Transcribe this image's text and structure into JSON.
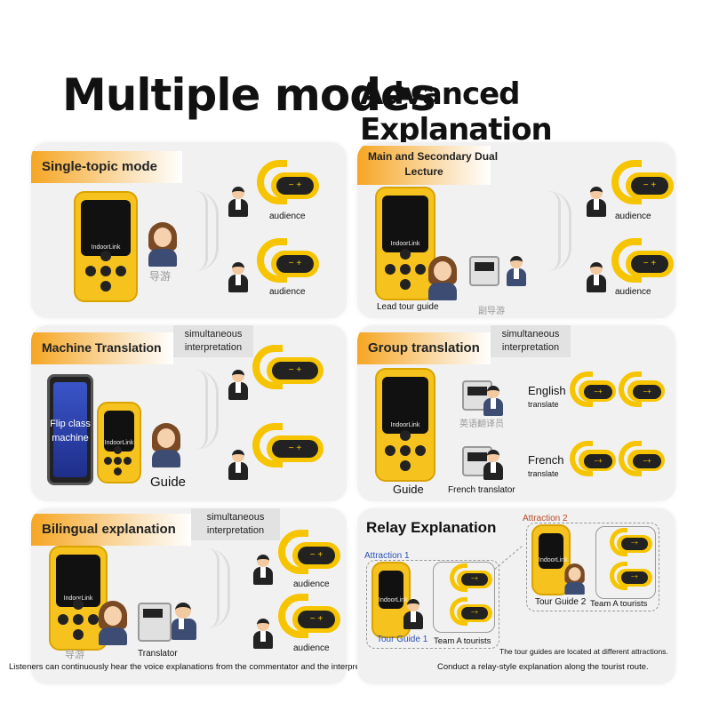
{
  "title": {
    "main": "Multiple modes",
    "sub": "Advanced Explanation"
  },
  "panels": {
    "single": {
      "tab": "Single-topic mode",
      "audience1": "audience",
      "audience2": "audience",
      "guide": "导游"
    },
    "dual": {
      "tab_line1": "Main and Secondary Dual",
      "tab_line2": "Lecture",
      "audience1": "audience",
      "audience2": "audience",
      "lead": "Lead tour guide",
      "assistant": "副导游"
    },
    "machine": {
      "tab": "Machine Translation",
      "tab_grey": "simultaneous\ninterpretation",
      "screen": "Flip class\nmachine",
      "guide": "Guide"
    },
    "group": {
      "tab": "Group translation",
      "tab_grey": "simultaneous\ninterpretation",
      "english": "English",
      "english_sub": "translate",
      "french": "French",
      "french_sub": "translate",
      "en_translator": "英语翻译员",
      "fr_translator": "French translator",
      "guide": "Guide"
    },
    "bilingual": {
      "tab": "Bilingual explanation",
      "tab_grey": "simultaneous\ninterpretation",
      "audience1": "audience",
      "audience2": "audience",
      "guide": "导游",
      "translator": "Translator",
      "caption": "Listeners can continuously hear the voice explanations from the commentator and the interpreter."
    },
    "relay": {
      "tab": "Relay Explanation",
      "attraction1": "Attraction 1",
      "attraction2": "Attraction 2",
      "guide1": "Tour Guide 1",
      "guide2": "Tour Guide 2",
      "team1": "Team A tourists",
      "team2": "Team A tourists",
      "note": "The tour guides are located at different attractions.",
      "caption": "Conduct a relay-style explanation along the tourist route."
    }
  },
  "device_brand": "IndoorLink",
  "colors": {
    "accent": "#f6a623",
    "device": "#f6c21d",
    "panel": "#f1f1f1"
  }
}
